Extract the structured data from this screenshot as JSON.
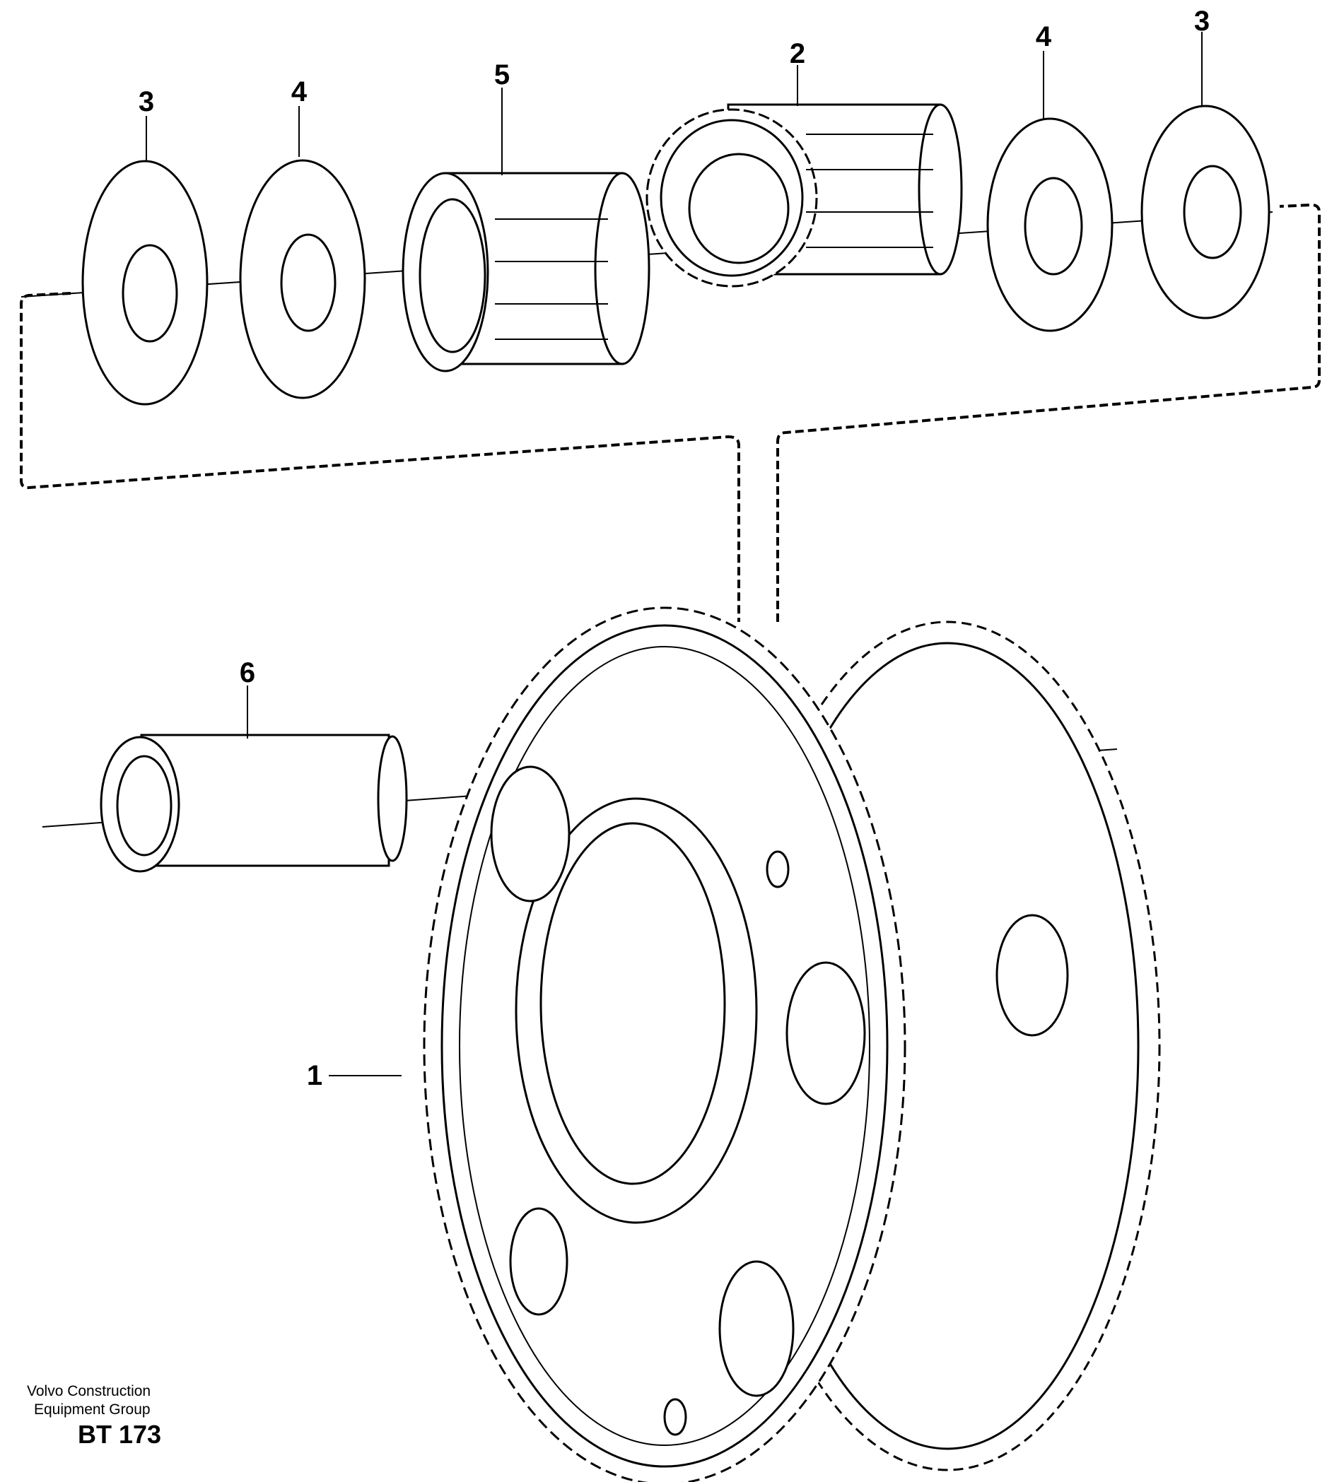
{
  "callouts": [
    "3",
    "4",
    "5",
    "2",
    "4",
    "3",
    "6",
    "1"
  ],
  "credit": {
    "line1": "Volvo Construction",
    "line2": "Equipment Group",
    "code": "BT 173"
  }
}
